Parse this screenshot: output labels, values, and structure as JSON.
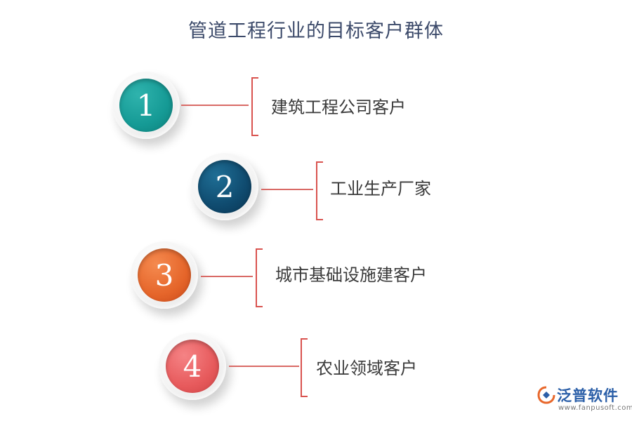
{
  "title": "管道工程行业的目标客户群体",
  "items": [
    {
      "number": "1",
      "label": "建筑工程公司客户",
      "color": "#159a95"
    },
    {
      "number": "2",
      "label": "工业生产厂家",
      "color": "#0f4a6e"
    },
    {
      "number": "3",
      "label": "城市基础设施建客户",
      "color": "#e5652a"
    },
    {
      "number": "4",
      "label": "农业领域客户",
      "color": "#e75a5c"
    }
  ],
  "colors": {
    "title": "#3c4a6a",
    "connector": "#d96a66",
    "bracket": "#d9534f",
    "logo": "#2b5fa8"
  },
  "watermark": {
    "name": "泛普软件",
    "url": "www.fanpusoft.com"
  }
}
